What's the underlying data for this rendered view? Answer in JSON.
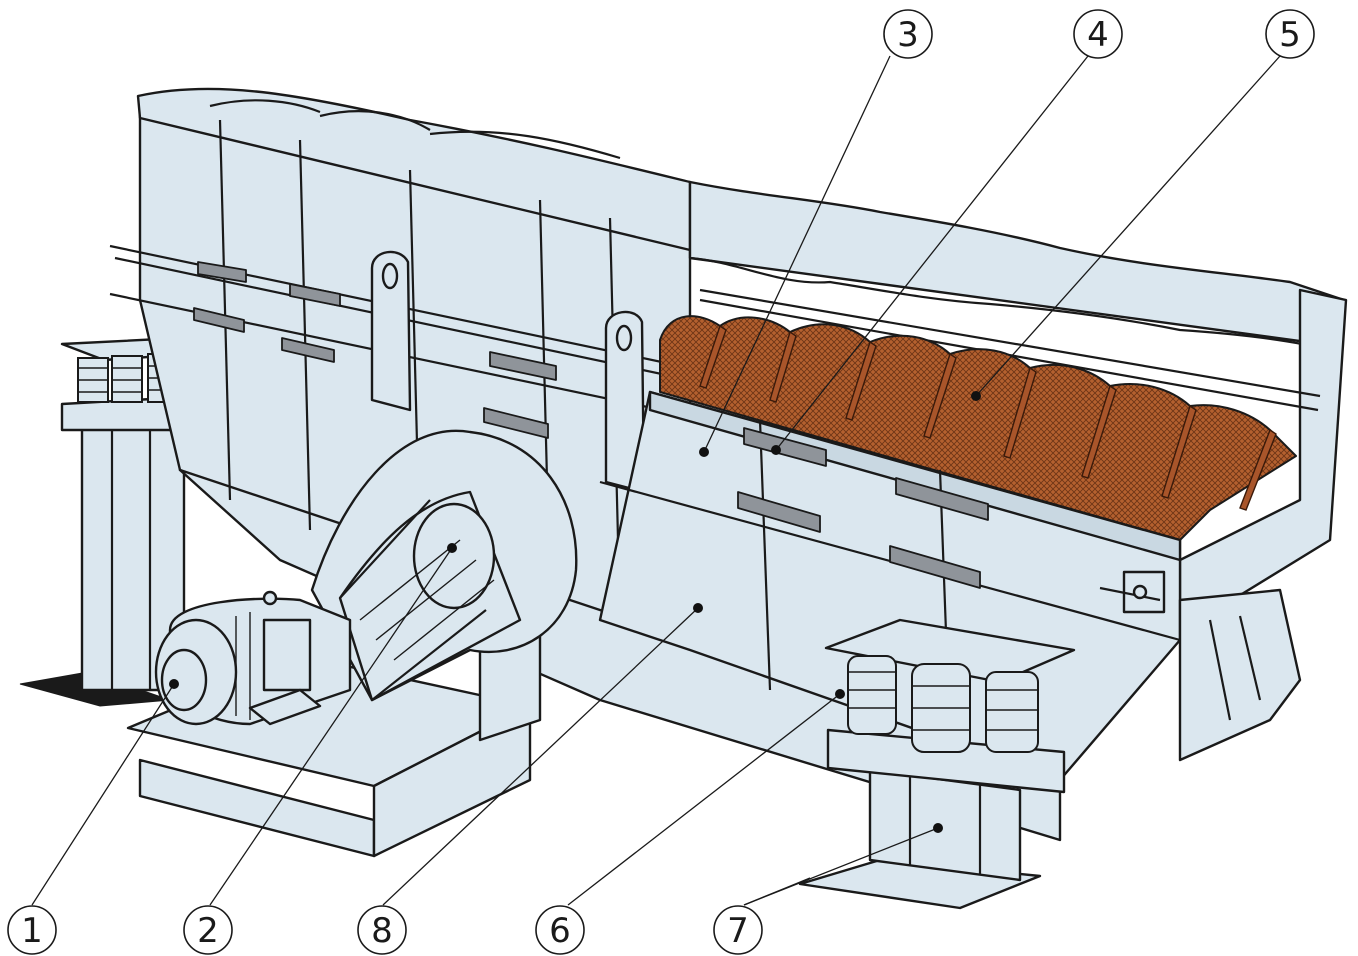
{
  "colors": {
    "steel": "#dbe7ef",
    "outline": "#1a1a1a",
    "screen_mesh": "#b4602f",
    "bracket": "#8f949a"
  },
  "callouts": [
    {
      "id": "c1",
      "label": "1"
    },
    {
      "id": "c2",
      "label": "2"
    },
    {
      "id": "c3",
      "label": "3"
    },
    {
      "id": "c4",
      "label": "4"
    },
    {
      "id": "c5",
      "label": "5"
    },
    {
      "id": "c6",
      "label": "6"
    },
    {
      "id": "c7",
      "label": "7"
    },
    {
      "id": "c8",
      "label": "8"
    }
  ]
}
